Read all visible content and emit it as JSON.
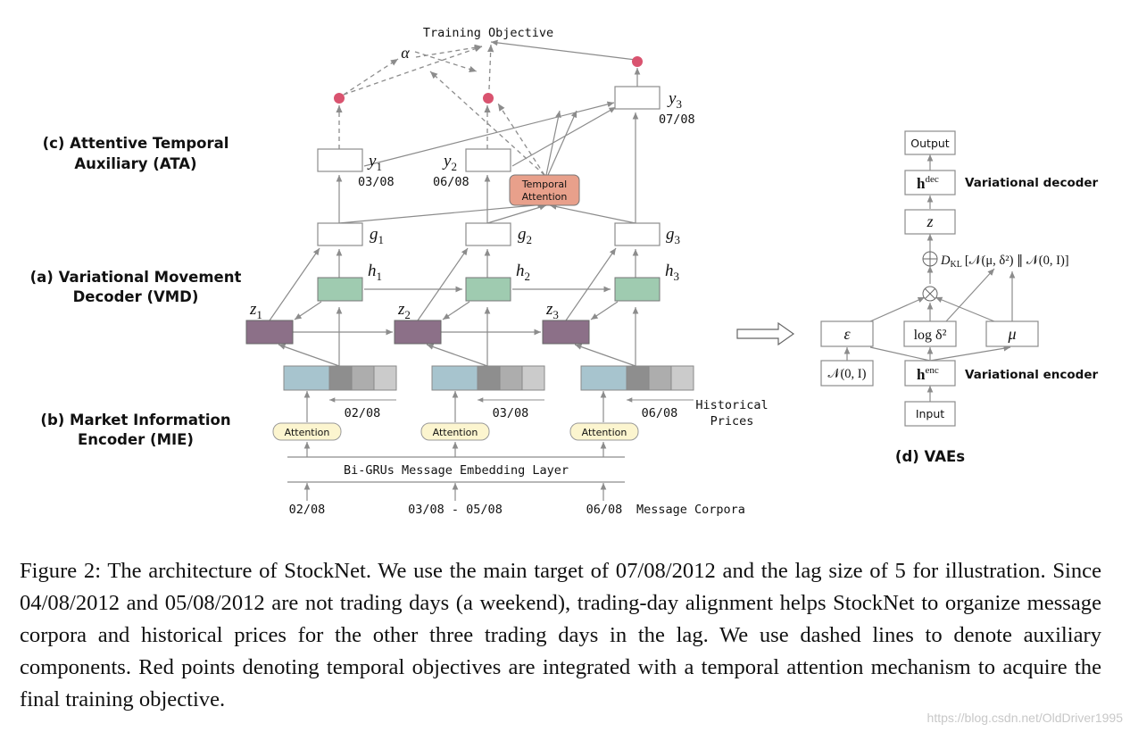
{
  "top": {
    "training_objective": "Training Objective",
    "alpha": "α"
  },
  "section_labels": {
    "ata_line1": "(c) Attentive Temporal",
    "ata_line2": "Auxiliary (ATA)",
    "vmd_line1": "(a) Variational Movement",
    "vmd_line2": "Decoder (VMD)",
    "mie_line1": "(b) Market Information",
    "mie_line2": "Encoder (MIE)"
  },
  "columns": [
    {
      "z": "z",
      "z_sub": "1",
      "h": "h",
      "h_sub": "1",
      "g": "g",
      "g_sub": "1",
      "y": "y",
      "y_sub": "1",
      "y_date": "03/08",
      "price_date": "02/08",
      "attention": "Attention",
      "msg_date": "02/08"
    },
    {
      "z": "z",
      "z_sub": "2",
      "h": "h",
      "h_sub": "2",
      "g": "g",
      "g_sub": "2",
      "y": "y",
      "y_sub": "2",
      "y_date": "06/08",
      "price_date": "03/08",
      "attention": "Attention",
      "msg_date": "03/08 - 05/08"
    },
    {
      "z": "z",
      "z_sub": "3",
      "h": "h",
      "h_sub": "3",
      "g": "g",
      "g_sub": "3",
      "y": "y",
      "y_sub": "3",
      "y_date": "07/08",
      "price_date": "06/08",
      "attention": "Attention",
      "msg_date": "06/08"
    }
  ],
  "temporal_attention": {
    "line1": "Temporal",
    "line2": "Attention"
  },
  "historical_prices": {
    "line1": "Historical",
    "line2": "Prices"
  },
  "embedding_layer": "Bi-GRUs Message Embedding Layer",
  "message_corpora": "Message Corpora",
  "vae": {
    "output": "Output",
    "h_dec": "h",
    "h_dec_sup": "dec",
    "z": "z",
    "decoder_label": "Variational decoder",
    "encoder_label": "Variational encoder",
    "kl": "D",
    "kl_sub": "KL",
    "kl_expr": "[𝒩(μ, δ²) ∥ 𝒩(0, I)]",
    "epsilon": "ε",
    "log_delta": "log δ²",
    "mu": "μ",
    "normal": "𝒩(0, I)",
    "h_enc": "h",
    "h_enc_sup": "enc",
    "input": "Input",
    "title": "(d) VAEs"
  },
  "caption": "Figure 2:  The architecture of StockNet. We use the main target of 07/08/2012 and the lag size of 5 for illustration. Since 04/08/2012 and 05/08/2012 are not trading days (a weekend), trading-day alignment helps StockNet to organize message corpora and historical prices for the other three trading days in the lag. We use dashed lines to denote auxiliary components. Red points denoting temporal objectives are integrated with a temporal attention mechanism to acquire the final training objective.",
  "watermark": "https://blog.csdn.net/OldDriver1995",
  "colors": {
    "line": "#8c8c8c",
    "red_point": "#d9536f",
    "h_box": "#9fcbb0",
    "z_box": "#8c7088",
    "price_main": "#a7c4ce",
    "price_dark": "#8e8e8e",
    "price_mid": "#adadad",
    "price_light": "#cbcbcb",
    "attention_fill": "#fcf5cf",
    "temporal_fill": "#e8a08b"
  }
}
